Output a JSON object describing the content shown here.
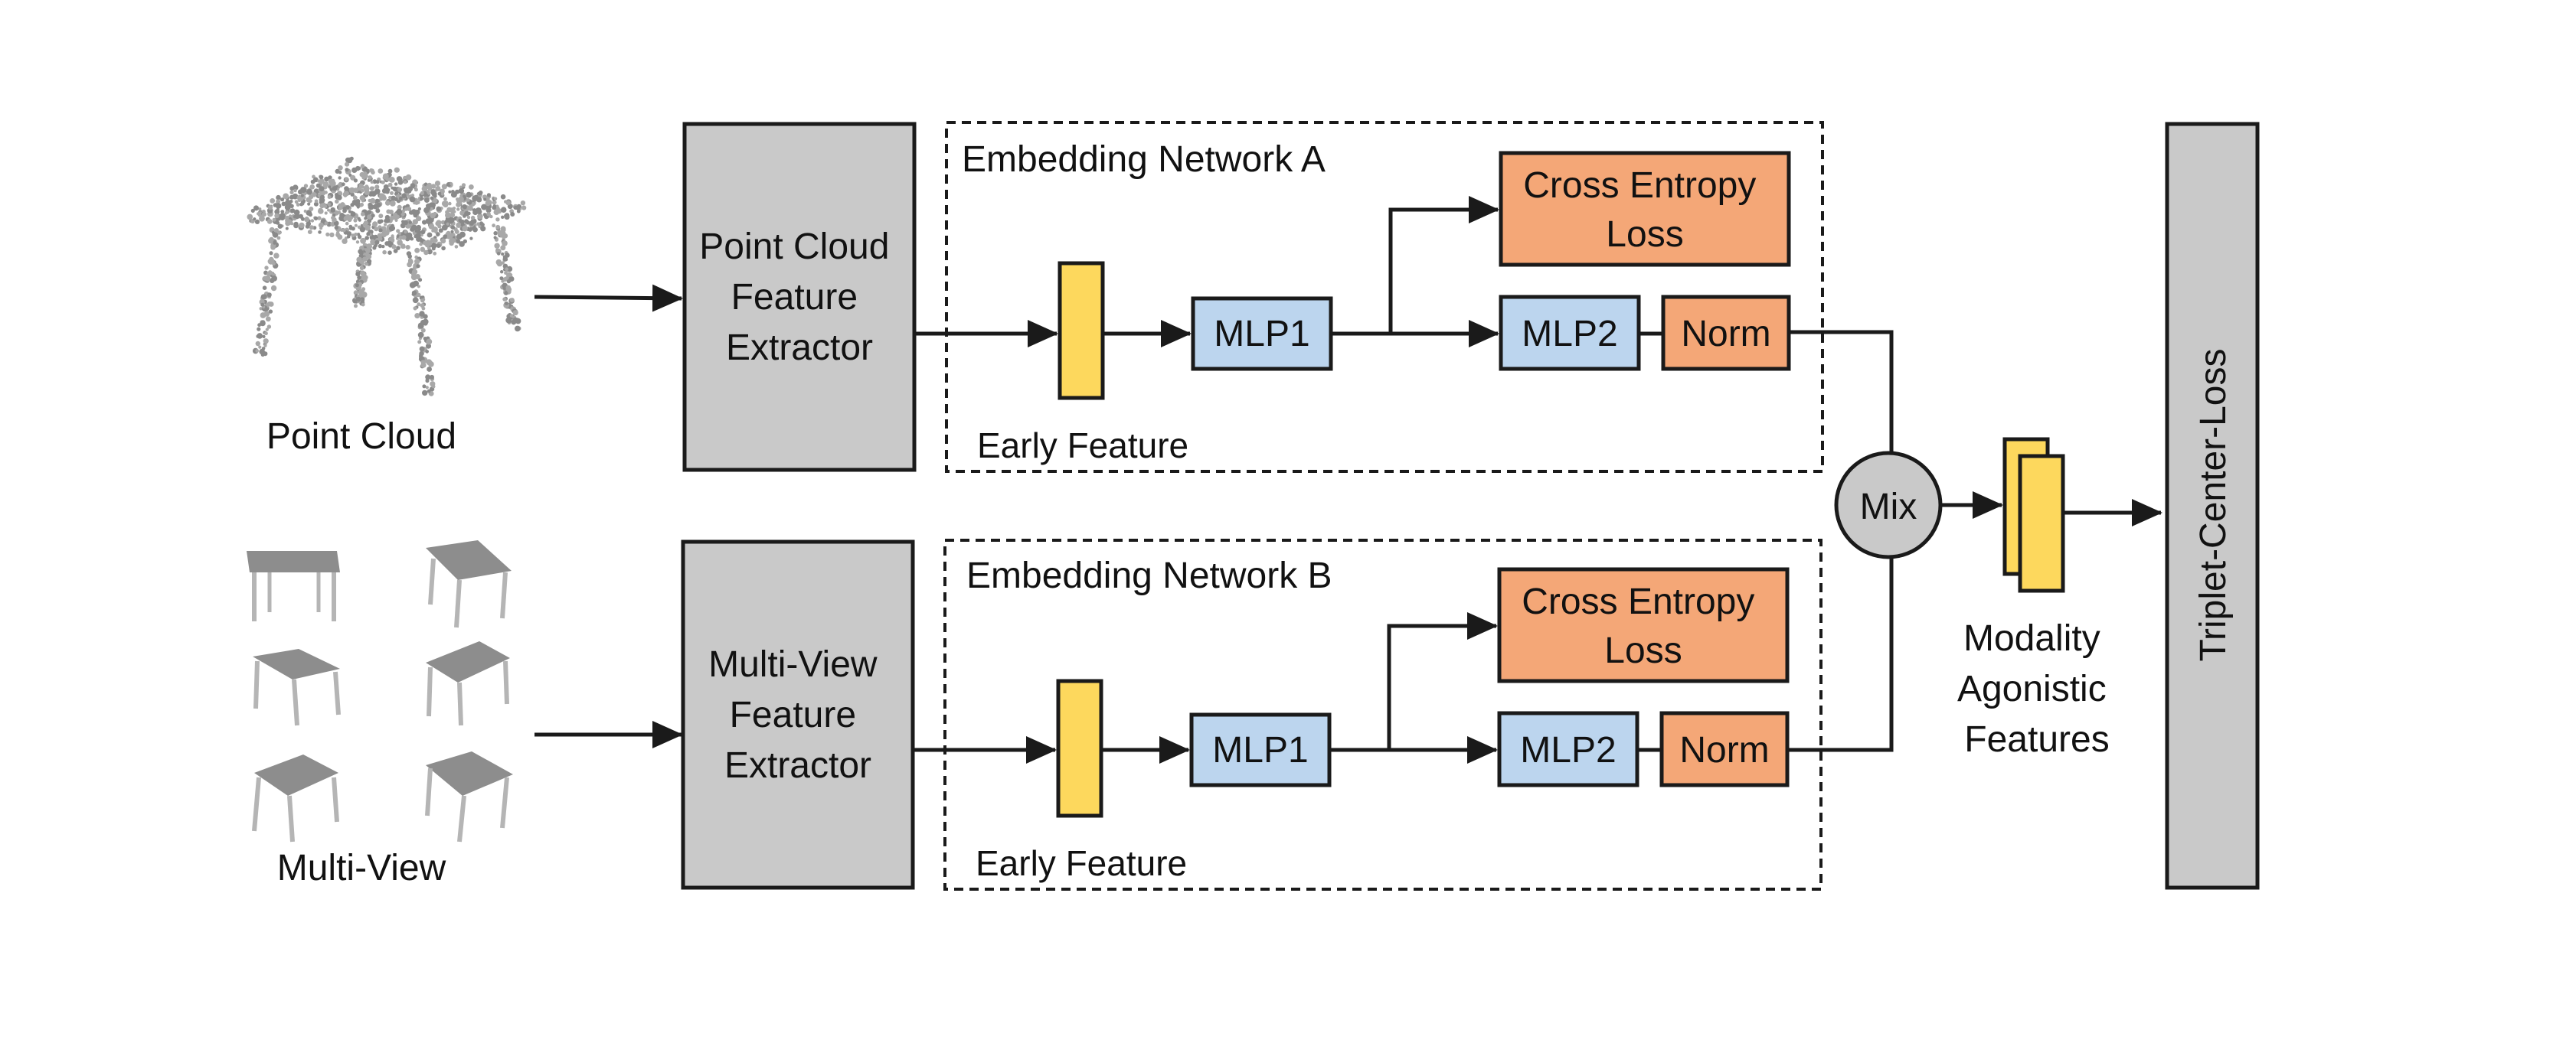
{
  "inputs": {
    "point_cloud_label": "Point Cloud",
    "multi_view_label": "Multi-View"
  },
  "extractors": {
    "point_cloud": [
      "Point Cloud",
      "Feature",
      "Extractor"
    ],
    "multi_view": [
      "Multi-View",
      "Feature",
      "Extractor"
    ]
  },
  "network_a": {
    "title": "Embedding Network  A",
    "early_feature": "Early Feature",
    "loss": [
      "Cross Entropy",
      "Loss"
    ],
    "mlp1": "MLP1",
    "mlp2": "MLP2",
    "norm": "Norm"
  },
  "network_b": {
    "title": "Embedding Network B",
    "early_feature": "Early Feature",
    "loss": [
      "Cross Entropy",
      "Loss"
    ],
    "mlp1": "MLP1",
    "mlp2": "MLP2",
    "norm": "Norm"
  },
  "mix": "Mix",
  "features_label": [
    "Modality",
    "Agonistic",
    "Features"
  ],
  "final_loss": "Triplet-Center-Loss",
  "colors": {
    "gray_box": "#c9c9c9",
    "yellow": "#fdd85d",
    "blue": "#bcd5ee",
    "orange": "#f4a777",
    "stroke": "#1a1a1a"
  }
}
